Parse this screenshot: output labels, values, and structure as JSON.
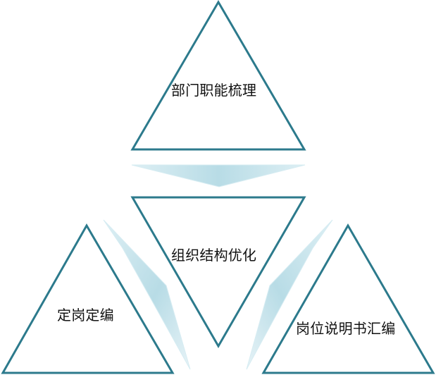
{
  "diagram": {
    "labels": {
      "top": "部门职能梳理",
      "center": "组织结构优化",
      "left": "定岗定编",
      "right": "岗位说明书汇编"
    },
    "colors": {
      "stroke": "#2C7A8C",
      "connector_fill": "#BFE0EA",
      "background": "#FFFFFF"
    }
  }
}
